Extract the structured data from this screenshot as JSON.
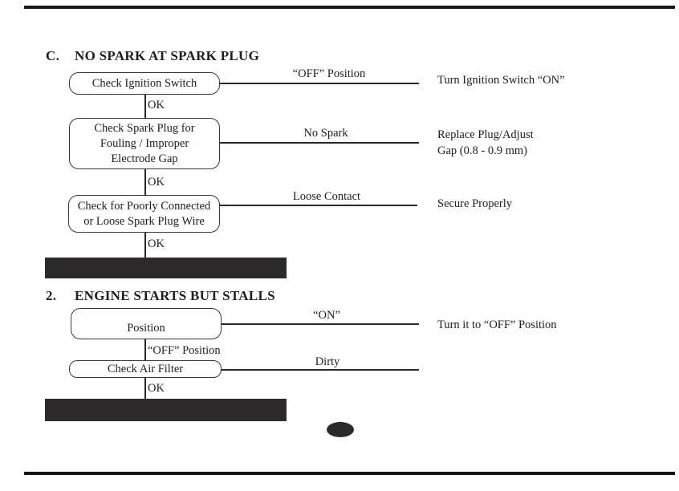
{
  "colors": {
    "page_bg": "#ffffff",
    "ink": "#201d1e",
    "redaction_bar": "#2d2a2b"
  },
  "section_no_spark": {
    "number": "C.",
    "title": "NO SPARK AT SPARK PLUG",
    "step1": {
      "box": "Check Ignition Switch",
      "branch": "“OFF” Position",
      "remedy": "Turn Ignition Switch “ON”",
      "ok": "OK"
    },
    "step2": {
      "box_line1": "Check Spark Plug for",
      "box_line2": "Fouling / Improper",
      "box_line3": "Electrode Gap",
      "branch": "No Spark",
      "remedy_line1": "Replace Plug/Adjust",
      "remedy_line2": "Gap (0.8 - 0.9 mm)",
      "ok": "OK"
    },
    "step3": {
      "box_line1": "Check for Poorly Connected",
      "box_line2": "or Loose Spark Plug Wire",
      "branch": "Loose Contact",
      "remedy": "Secure Properly",
      "ok": "OK"
    }
  },
  "section_stalls": {
    "number": "2.",
    "title": "ENGINE STARTS BUT STALLS",
    "step1": {
      "box_line1": "",
      "box_line2": "Position",
      "branch": "“ON”",
      "remedy": "Turn it to “OFF” Position",
      "down_branch": "“OFF” Position"
    },
    "step2": {
      "box": "Check Air Filter",
      "branch": "Dirty",
      "ok": "OK"
    }
  }
}
